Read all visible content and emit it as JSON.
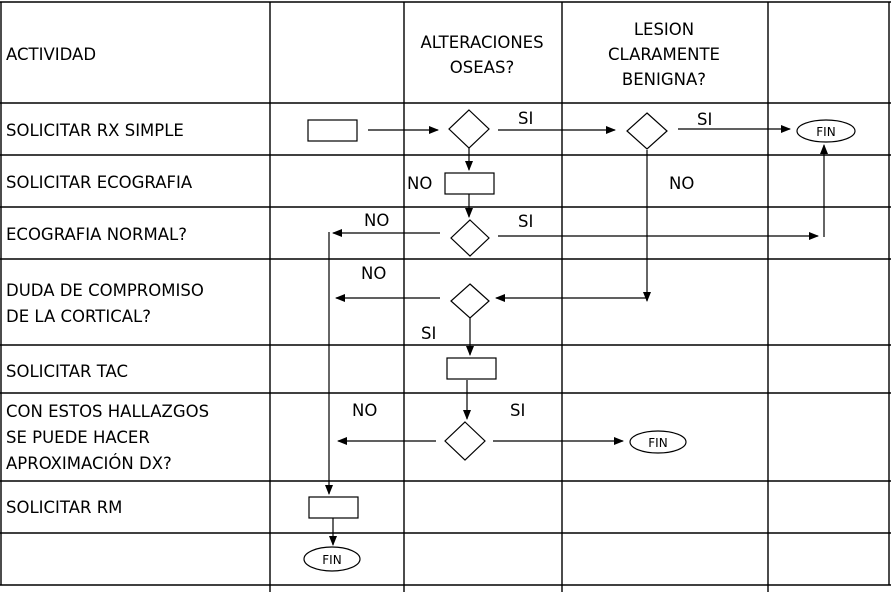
{
  "header": {
    "col0": "ACTIVIDAD",
    "col2": [
      "ALTERACIONES",
      "OSEAS?"
    ],
    "col3": [
      "LESION",
      "CLARAMENTE",
      "BENIGNA?"
    ]
  },
  "activities": [
    [
      "SOLICITAR RX SIMPLE"
    ],
    [
      "SOLICITAR ECOGRAFIA"
    ],
    [
      "ECOGRAFIA NORMAL?"
    ],
    [
      "DUDA DE COMPROMISO",
      "DE LA CORTICAL?"
    ],
    [
      "SOLICITAR TAC"
    ],
    [
      "CON ESTOS HALLAZGOS",
      "SE PUEDE HACER",
      "APROXIMACIÓN DX?"
    ],
    [
      "SOLICITAR RM"
    ],
    [
      ""
    ]
  ],
  "labels": {
    "si_alteraciones": "SI",
    "si_lesion": "SI",
    "no_alteraciones": "NO",
    "no_lesion": "NO",
    "no_ecografia": "NO",
    "si_ecografia": "SI",
    "no_cortical": "NO",
    "si_cortical": "SI",
    "no_hallazgos": "NO",
    "si_hallazgos": "SI"
  },
  "terminals": {
    "fin_top": "FIN",
    "fin_hallazgos": "FIN",
    "fin_bottom": "FIN"
  }
}
